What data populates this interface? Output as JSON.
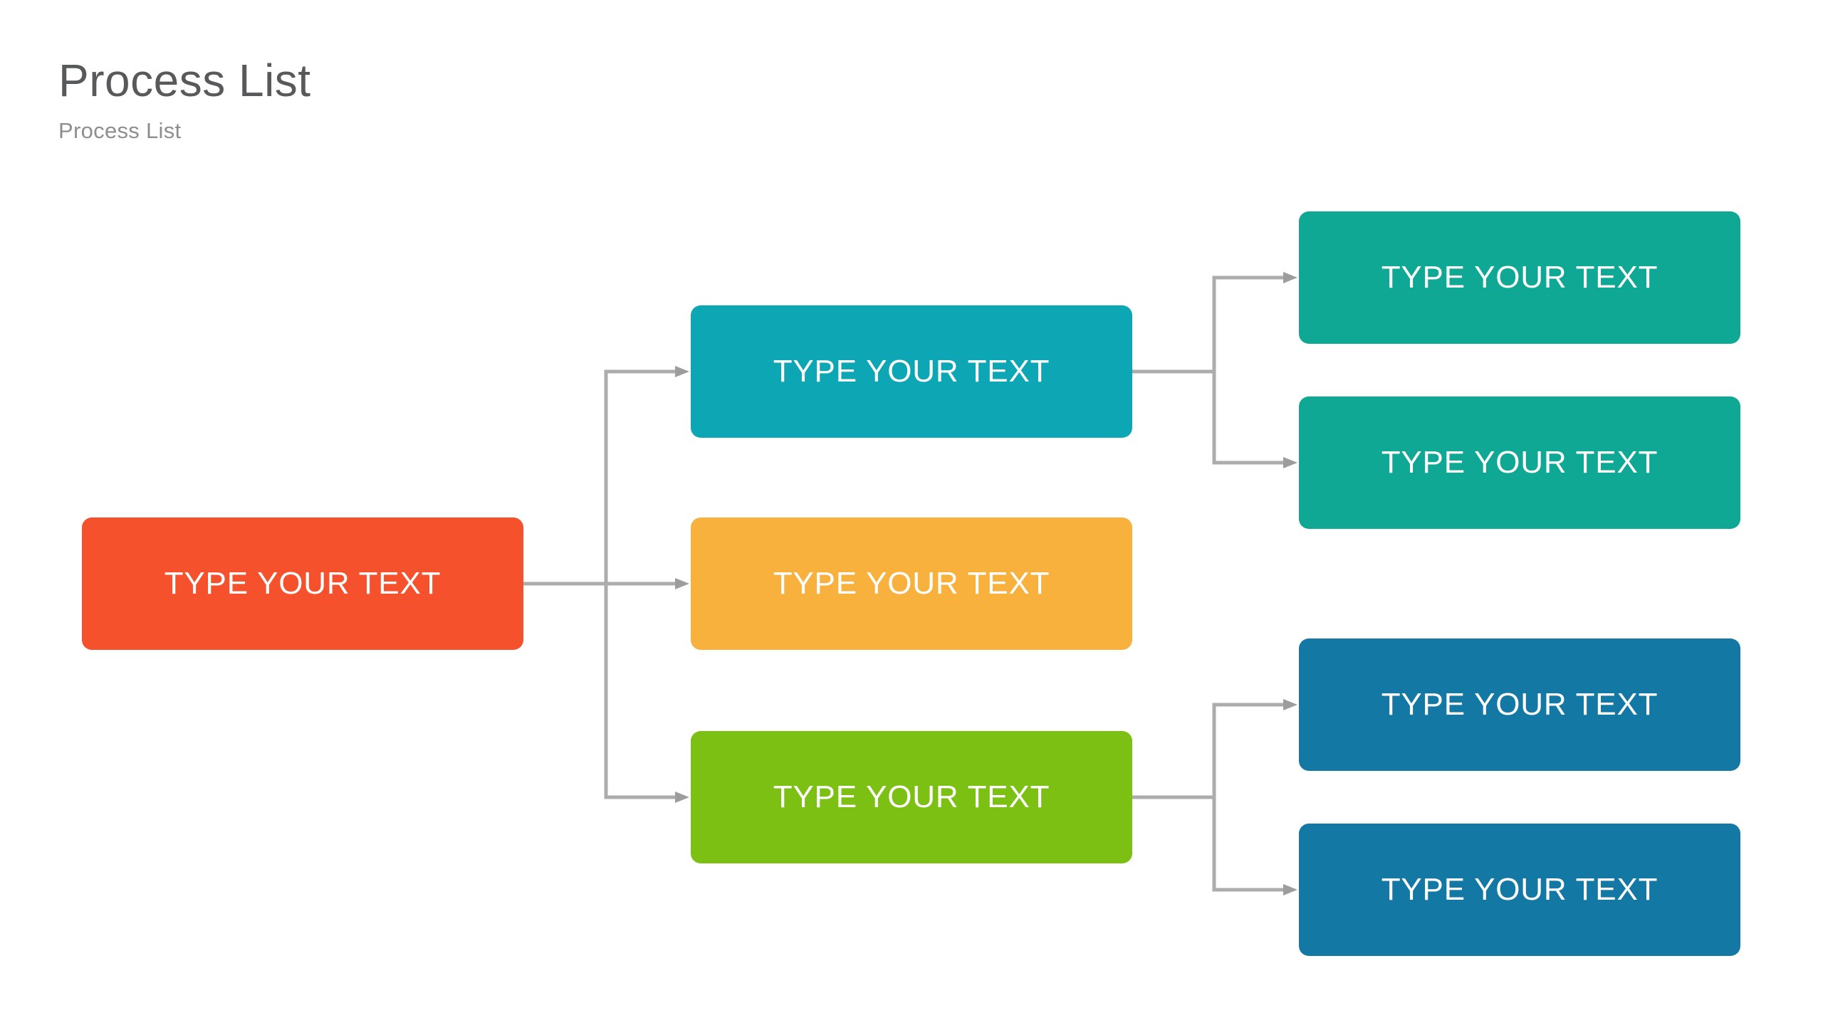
{
  "page": {
    "title": "Process List",
    "subtitle": "Process List",
    "title_color": "#58595B",
    "subtitle_color": "#8E8E8E",
    "background_color": "#FFFFFF"
  },
  "diagram": {
    "connector_color": "#ACACAC",
    "arrow_color": "#9D9D9D",
    "nodes": [
      {
        "id": "level1-root",
        "label": "TYPE YOUR TEXT",
        "color": "#F4512C"
      },
      {
        "id": "level2-top",
        "label": "TYPE YOUR TEXT",
        "color": "#0CA6B5"
      },
      {
        "id": "level2-middle",
        "label": "TYPE YOUR TEXT",
        "color": "#F9B13E"
      },
      {
        "id": "level2-bottom",
        "label": "TYPE YOUR TEXT",
        "color": "#7DC014"
      },
      {
        "id": "level3-top-1",
        "label": "TYPE YOUR TEXT",
        "color": "#0EA894"
      },
      {
        "id": "level3-top-2",
        "label": "TYPE YOUR TEXT",
        "color": "#0EA894"
      },
      {
        "id": "level3-bottom-1",
        "label": "TYPE YOUR TEXT",
        "color": "#1478A5"
      },
      {
        "id": "level3-bottom-2",
        "label": "TYPE YOUR TEXT",
        "color": "#1478A5"
      }
    ]
  }
}
